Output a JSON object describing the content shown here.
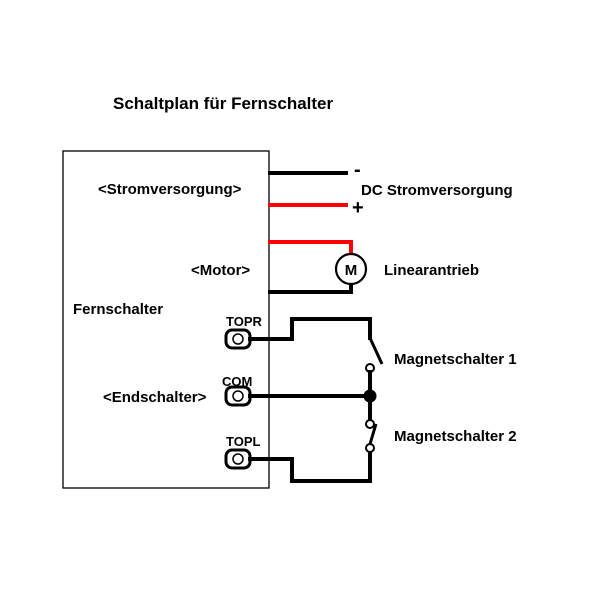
{
  "title": "Schaltplan für Fernschalter",
  "box_label": "Fernschalter",
  "labels": {
    "power_port": "<Stromversorgung>",
    "motor_port": "<Motor>",
    "limit_port": "<Endschalter>",
    "topr": "TOPR",
    "com": "COM",
    "topl": "TOPL",
    "minus": "-",
    "plus": "+",
    "dc_supply": "DC Stromversorgung",
    "motor_symbol": "M",
    "actuator": "Linearantrieb",
    "switch1": "Magnetschalter 1",
    "switch2": "Magnetschalter 2"
  },
  "colors": {
    "wire_black": "#000000",
    "wire_red": "#ff0000",
    "background": "#ffffff"
  }
}
